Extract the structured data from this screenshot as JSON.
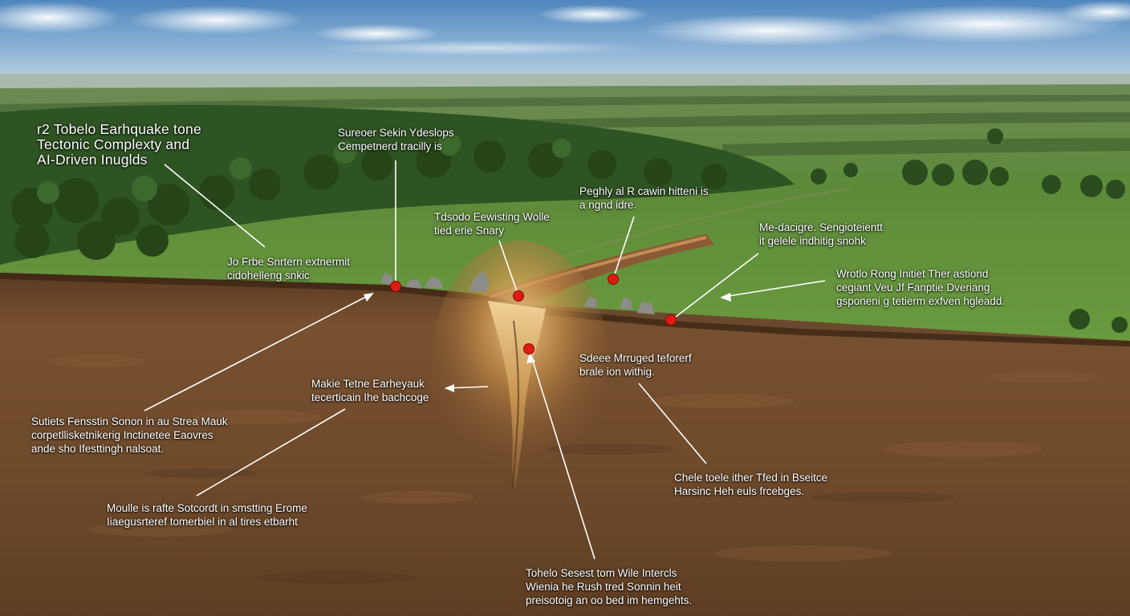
{
  "title": {
    "lines": [
      "r2 Tobelo Earhquake tone",
      "Tectonic Complexty and",
      "AI-Driven Inuglds"
    ]
  },
  "labels": {
    "top_center": [
      "Sureoer Sekin Ydeslops",
      "Cempetnerd tracilly is"
    ],
    "top_mid": [
      "Peghly al R cawin hitteni is",
      "a ngnd idre."
    ],
    "mid_center": [
      "Tdsodo Eewisting Wolle",
      "tied erie Snary"
    ],
    "right_upper": [
      "Me-dacigre. Sengioteientt",
      "it gelele indhitig snohk"
    ],
    "right_mid": [
      "Wrotlo Rong Initiet Ther astiond",
      "cegiant Veu Jf Fanptie Dveriang",
      "gsponeni g tetierm exfven hgleadd."
    ],
    "left_surface": [
      "Jo Frbe Snrtern extnermit",
      "cidohelleng snkic"
    ],
    "left_mid": [
      "Sutiets Fensstin Sonon in au Strea Mauk",
      "corpetllisketnikerig Inctinetee Eaovres",
      "ande sho Ifesttingh nalsoat."
    ],
    "center_fault": [
      "Makie Tetne Earheyauk",
      "tecerticain Ihe bachcoge"
    ],
    "right_fault": [
      "Sdeee Mrruged teforerf",
      "brale ion withig."
    ],
    "bottom_left": [
      "Moulle is rafte Sotcordt in smstting Erome",
      "Iiaegusrteref tomerbiel in al tires etbarht"
    ],
    "right_bottom": [
      "Chele toele ither Tfed in Bseitce",
      "Harsinc Heh euls frcebges."
    ],
    "bottom_center": [
      "Tohelo Sesest tom Wile Intercls",
      "Wienia he Rush tred Sonnin heit",
      "preisotoig an oo bed im hemgehts."
    ]
  },
  "colors": {
    "marker": "#e01b12",
    "leader": "#ffffff",
    "sky_top": "#5a8fc4",
    "soil": "#6f4a2c",
    "grass": "#5f8c3a",
    "forest": "#2e5220"
  }
}
